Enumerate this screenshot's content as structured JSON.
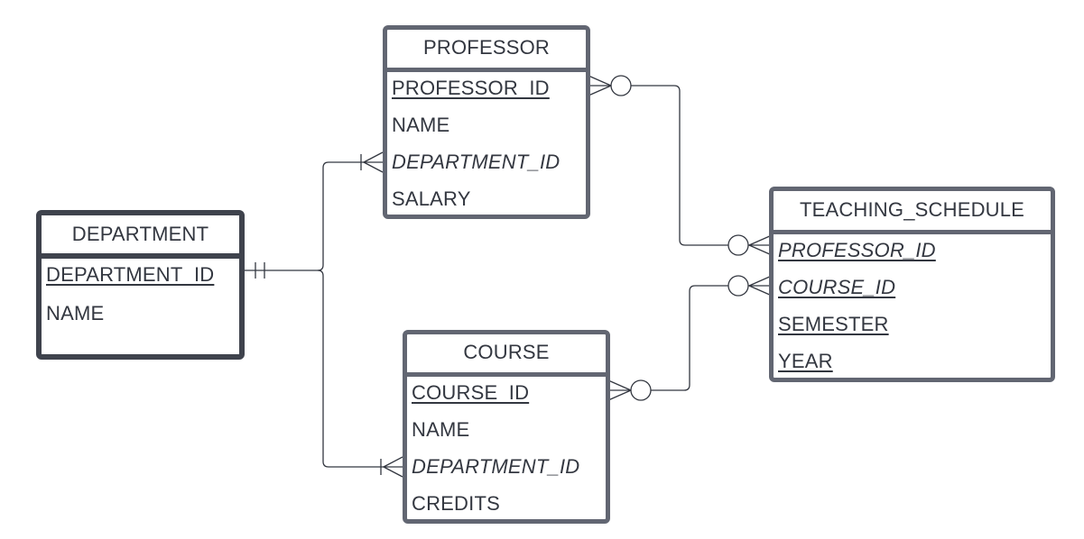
{
  "colors": {
    "border": "#626672",
    "border_dark": "#3f434d",
    "text": "#333740",
    "line": "#333740"
  },
  "entities": {
    "professor": {
      "title": "PROFESSOR",
      "attributes": [
        {
          "name": "PROFESSOR_ID",
          "key": "pk"
        },
        {
          "name": "NAME",
          "key": ""
        },
        {
          "name": "DEPARTMENT_ID",
          "key": "fk"
        },
        {
          "name": "SALARY",
          "key": ""
        }
      ]
    },
    "department": {
      "title": "DEPARTMENT",
      "attributes": [
        {
          "name": "DEPARTMENT_ID",
          "key": "pk"
        },
        {
          "name": "NAME",
          "key": ""
        }
      ]
    },
    "course": {
      "title": "COURSE",
      "attributes": [
        {
          "name": "COURSE_ID",
          "key": "pk"
        },
        {
          "name": "NAME",
          "key": ""
        },
        {
          "name": "DEPARTMENT_ID",
          "key": "fk"
        },
        {
          "name": "CREDITS",
          "key": ""
        }
      ]
    },
    "teaching_schedule": {
      "title": "TEACHING_SCHEDULE",
      "attributes": [
        {
          "name": "PROFESSOR_ID",
          "key": "pk fk"
        },
        {
          "name": "COURSE_ID",
          "key": "pk fk"
        },
        {
          "name": "SEMESTER",
          "key": "pk"
        },
        {
          "name": "YEAR",
          "key": "pk"
        }
      ]
    }
  },
  "relationships": [
    {
      "from": "department",
      "from_card": "one-and-only-one",
      "to": "professor",
      "to_card": "one-or-many"
    },
    {
      "from": "department",
      "from_card": "one-and-only-one",
      "to": "course",
      "to_card": "one-or-many"
    },
    {
      "from": "professor",
      "from_card": "zero-or-many",
      "to": "teaching_schedule",
      "to_card": "zero-or-many"
    },
    {
      "from": "course",
      "from_card": "zero-or-many",
      "to": "teaching_schedule",
      "to_card": "zero-or-many"
    }
  ]
}
